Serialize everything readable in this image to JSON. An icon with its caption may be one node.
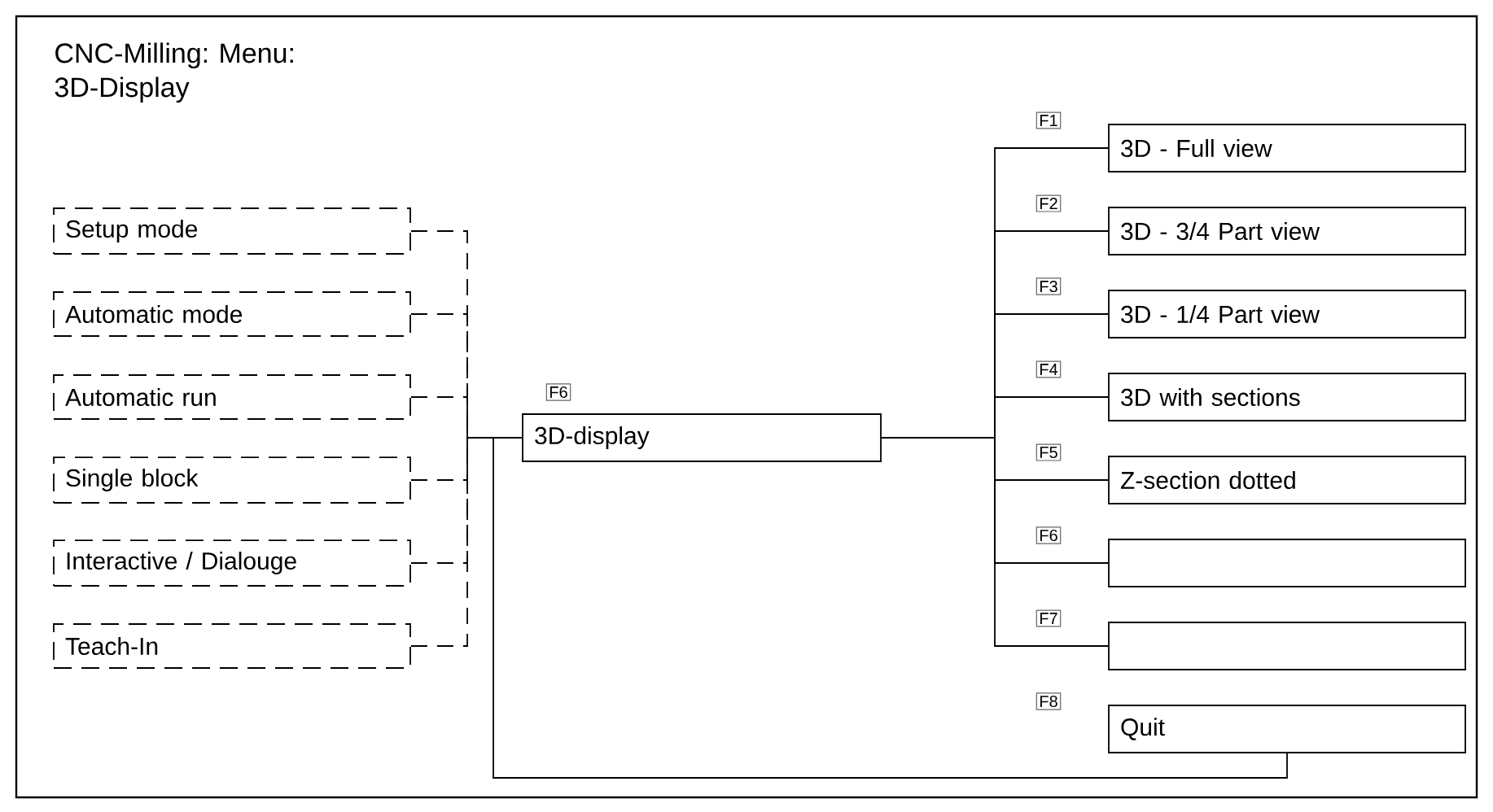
{
  "diagram": {
    "title": "CNC-Milling: Menu: 3D-Display",
    "nodes": [
      {
        "text": [
          "Setup mode"
        ]
      },
      {
        "text": [
          "Automatic mode"
        ]
      },
      {
        "text": [
          "Automatic run"
        ]
      },
      {
        "text": [
          "Single block"
        ]
      },
      {
        "text": [
          "Interactive / Dialouge"
        ]
      },
      {
        "text": [
          "Teach-In"
        ]
      },
      {
        "text": [
          "3D-display"
        ],
        "beside": [
          "F6"
        ]
      },
      {
        "text": [
          "3D - Full view"
        ],
        "beside": [
          "F1"
        ]
      },
      {
        "text": [
          "3D - 3/4 Part view"
        ],
        "beside": [
          "F2"
        ]
      },
      {
        "text": [
          "3D - 1/4 Part view"
        ],
        "beside": [
          "F3"
        ]
      },
      {
        "text": [
          "3D with sections"
        ],
        "beside": [
          "F4"
        ]
      },
      {
        "text": [
          "Z-section dotted"
        ],
        "beside": [
          "F5"
        ]
      },
      {
        "text": [],
        "shape": "box",
        "beside": [
          "F6"
        ]
      },
      {
        "text": [],
        "shape": "box",
        "beside": [
          "F7"
        ]
      },
      {
        "text": [
          "Quit"
        ],
        "beside": [
          "F8"
        ]
      }
    ],
    "edges": [
      {
        "from": 0,
        "to": 6,
        "arrow": "none",
        "style": "dashed"
      },
      {
        "from": 1,
        "to": 6,
        "arrow": "none",
        "style": "dashed"
      },
      {
        "from": 2,
        "to": 6,
        "arrow": "none",
        "style": "dashed"
      },
      {
        "from": 3,
        "to": 6,
        "arrow": "none",
        "style": "dashed"
      },
      {
        "from": 4,
        "to": 6,
        "arrow": "none",
        "style": "dashed"
      },
      {
        "from": 5,
        "to": 6,
        "arrow": "none",
        "style": "dashed"
      },
      {
        "from": 6,
        "to": 7,
        "arrow": "none"
      },
      {
        "from": 6,
        "to": 8,
        "arrow": "none"
      },
      {
        "from": 6,
        "to": 9,
        "arrow": "none"
      },
      {
        "from": 6,
        "to": 10,
        "arrow": "none"
      },
      {
        "from": 6,
        "to": 11,
        "arrow": "none"
      },
      {
        "from": 6,
        "to": 12,
        "arrow": "none"
      },
      {
        "from": 6,
        "to": 13,
        "arrow": "none"
      },
      {
        "from": 14,
        "to": 6,
        "arrow": "none"
      }
    ]
  }
}
